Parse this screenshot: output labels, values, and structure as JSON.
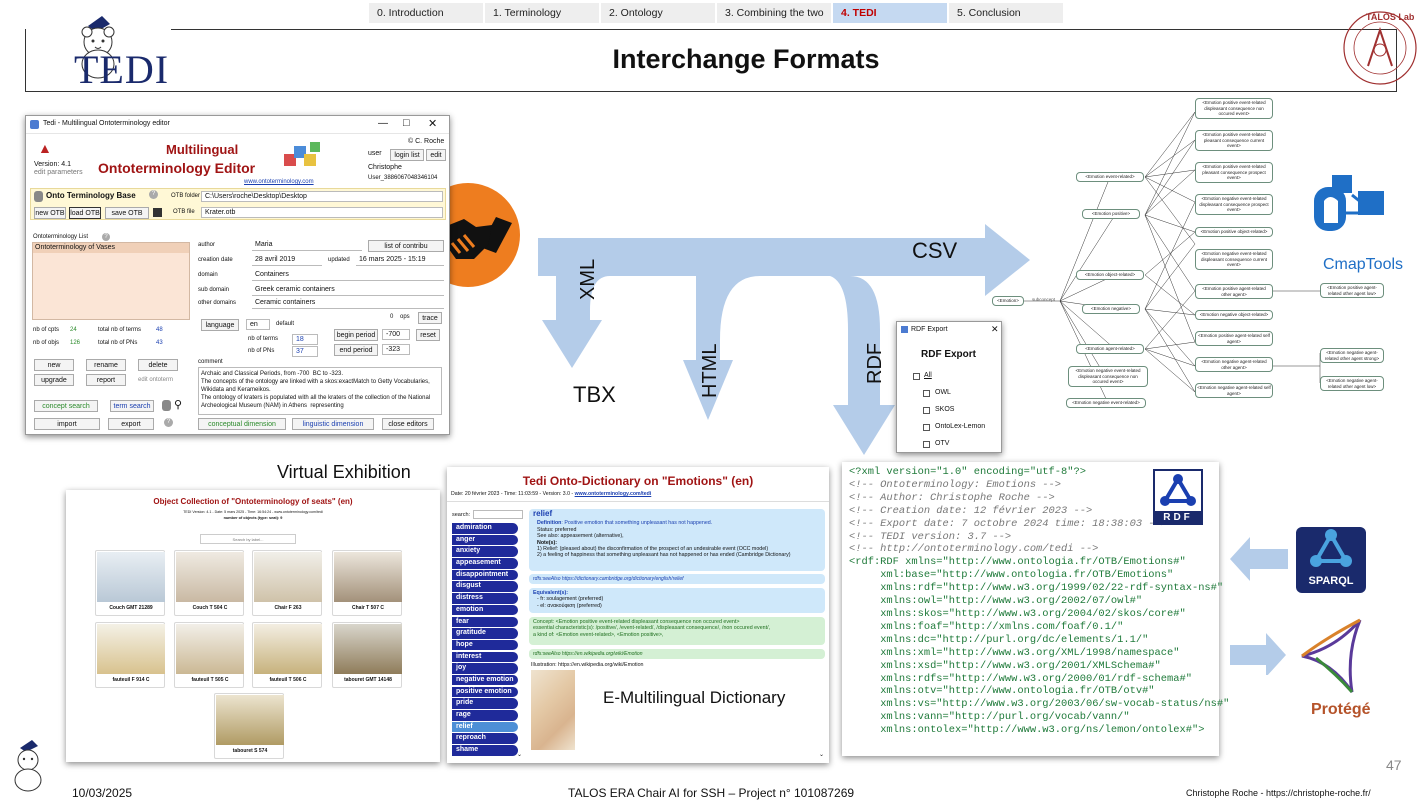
{
  "nav": {
    "items": [
      "0. Introduction",
      "1. Terminology",
      "2. Ontology",
      "3. Combining the two",
      "4. TEDI",
      "5. Conclusion"
    ],
    "active_index": 4
  },
  "slide": {
    "title": "Interchange Formats",
    "logo_text": "TEDI",
    "lab_text": "TALOS Lab",
    "page_number": "47",
    "footer_date": "10/03/2025",
    "footer_center": "TALOS ERA Chair AI for SSH – Project n° 101087269",
    "footer_right": "Christophe Roche - https://christophe-roche.fr/"
  },
  "arrows": {
    "csv": "CSV",
    "xml": "XML",
    "tbx": "TBX",
    "html": "HTML",
    "rdf": "RDF",
    "color": "#b4cce9"
  },
  "editor": {
    "window_title": "Tedi - Multilingual Ontoterminology editor",
    "author_line": "© C. Roche",
    "heading1": "Multilingual",
    "heading2": "Ontoterminology Editor",
    "version": "Version: 4.1",
    "edit_params": "edit parameters",
    "website": "www.ontoterminology.com",
    "user_label": "user",
    "login_list": "login list",
    "edit": "edit",
    "user_name": "Christophe",
    "user_id": "User_3886067048346104",
    "otb_title": "Onto Terminology Base",
    "otb_folder_label": "OTB folder",
    "otb_folder": "C:\\Users\\roche\\Desktop\\Desktop",
    "new_otb": "new OTB",
    "load_otb": "load OTB",
    "save_otb": "save OTB",
    "otb_file_label": "OTB file",
    "otb_file": "Krater.otb",
    "list_label": "Ontoterminology List",
    "list_item": "Ontoterminology of Vases",
    "author_label": "author",
    "author": "Maria",
    "list_contrib": "list of contribu",
    "creation_label": "creation date",
    "creation": "28 avril 2019",
    "updated_label": "updated",
    "updated": "16 mars 2025 - 15:19",
    "domain_label": "domain",
    "domain": "Containers",
    "subdomain_label": "sub domain",
    "subdomain": "Greek ceramic containers",
    "other_label": "other domains",
    "other": "Ceramic containers",
    "ops": "0",
    "ops_label": "ops",
    "trace": "trace",
    "nb_cpts_label": "nb of cpts",
    "nb_cpts": "24",
    "total_terms_label": "total nb of terms",
    "total_terms": "48",
    "nb_objs_label": "nb of objs",
    "nb_objs": "126",
    "total_pns_label": "total nb of PNs",
    "total_pns": "43",
    "language_btn": "language",
    "language": "en",
    "default": "default",
    "nb_terms_label": "nb of terms",
    "nb_terms": "18",
    "nb_pns_label": "nb of PNs",
    "nb_pns": "37",
    "begin_period": "begin period",
    "begin_val": "-700",
    "reset": "reset",
    "end_period": "end period",
    "end_val": "-323",
    "new": "new",
    "rename": "rename",
    "delete": "delete",
    "upgrade": "upgrade",
    "report": "report",
    "edit_onto": "edit ontoterm",
    "comment_label": "comment",
    "comment": "Archaic and Classical Periods, from -700  BC to -323.\nThe concepts of the ontology are linked with a skos:exactMatch to Getty Vocabularies, Wikidata and Kerameikos.\nThe ontology of kraters is populated with all the kraters of the collection of the National Archeological Museum (NAM) in Athens  representing",
    "concept_search": "concept search",
    "term_search": "term search",
    "import": "import",
    "export": "export",
    "conceptual_dim": "conceptual dimension",
    "linguistic_dim": "linguistic dimension",
    "close_editors": "close editors"
  },
  "rdf_export": {
    "title": "RDF Export",
    "heading": "RDF Export",
    "all": "All",
    "options": [
      "OWL",
      "SKOS",
      "OntoLex-Lemon",
      "OTV"
    ]
  },
  "cmap": {
    "label": "CmapTools",
    "link_label": "subconcept",
    "nodes": {
      "root": "<Emotion>",
      "event": "<Emotion event-related>",
      "positive": "<Emotion positive>",
      "object": "<Emotion object-related>",
      "negative": "<Emotion negative>",
      "agent": "<Emotion agent-related>",
      "neg_event_a": "<Emotion negative event-related displeasant consequence non occured event>",
      "neg_event": "<Emotion negative event-related>",
      "p1": "<Emotion positive event-related displeasant consequence non occured event>",
      "p2": "<Emotion positive event-related pleasant consequence current event>",
      "p3": "<Emotion positive event-related pleasant consequence prospect event>",
      "p4": "<Emotion negative event-related displeasant consequence prospect event>",
      "p5": "<Emotion positive object-related>",
      "p6": "<Emotion negative event-related displeasant consequence current event>",
      "p7": "<Emotion positive agent-related other agent>",
      "p8": "<Emotion negative object-related>",
      "p9": "<Emotion positive agent-related self agent>",
      "p10": "<Emotion negative agent-related other agent>",
      "p11": "<Emotion negative agent-related self agent>",
      "r1": "<Emotion positive agent-related other agent low>",
      "r2": "<Emotion negative agent-related other agent strong>",
      "r3": "<Emotion negative agent-related other agent low>"
    }
  },
  "exhibition": {
    "caption": "Virtual Exhibition",
    "title": "Object Collection of \"Ontoterminology of seats\" (en)",
    "subtitle": "TEDI Version: 4.1 - Date: 5 mars 2025 - Time: 16:54:24 - www.ontoterminology.com/tedi",
    "count": "number of objects (type: seat): 9",
    "search": "Search by label...",
    "items": [
      "Couch GMT 21289",
      "Couch T 504 C",
      "Chair F 263",
      "Chair T 507 C",
      "fauteuil F 914 C",
      "fauteuil T 505 C",
      "fauteuil T 506 C",
      "tabouret GMT 14148",
      "tabouret S 574"
    ]
  },
  "dictionary": {
    "title": "Tedi Onto-Dictionary on \"Emotions\" (en)",
    "date": "Date: 20 février 2023 - Time: 11:03:59 - Version: 3.0 - ",
    "site": "www.ontoterminology.com/tedi",
    "search_label": "search:",
    "terms": [
      "admiration",
      "anger",
      "anxiety",
      "appeasement",
      "disappointment",
      "disgust",
      "distress",
      "emotion",
      "fear",
      "gratitude",
      "hope",
      "interest",
      "joy",
      "negative emotion",
      "positive emotion",
      "pride",
      "rage",
      "relief",
      "reproach",
      "shame"
    ],
    "selected": "relief",
    "entry_term": "relief",
    "definition_label": "Definition",
    "definition": ": Positive emotion that something unpleasant has not happened.",
    "status": "Status: preferred",
    "see_also": "See also: appeasement (alternative),",
    "notes_label": "Note(s):",
    "note1": "1) Relief: (pleased about) the disconfirmation of the prospect of an undesirable event (OCC model)",
    "note2": "2) a feeling of happiness that something unpleasant has not happened or has ended (Cambridge Dictionary)",
    "rdfs1": "rdfs:seeAlso https://dictionary.cambridge.org/dictionary/english/relief",
    "equiv_label": "Equivalent(s):",
    "equiv1": "- fr: soulagement (preferred)",
    "equiv2": "- el: ανακούφιση (preferred)",
    "concept_line": "Concept: <Emotion positive event-related displeasant consequence non occured event>",
    "essential": "essential characteristic(s): /positive/, /event-related/, /displeasant consequence/, /non occured event/,",
    "kind": "a kind of: <Emotion event-related>, <Emotion positive>,",
    "rdfs2": "rdfs:seeAlso https://en.wikipedia.org/wiki/Emotion",
    "illustration": "Illustration: https://en.wikipedia.org/wiki/Emotion",
    "caption": "E-Multilingual Dictionary"
  },
  "rdf_code": {
    "lines": [
      [
        "<?xml ",
        "version=\"1.0\" encoding=\"utf-8\"?>"
      ],
      [
        "<!-- Ontoterminology: Emotions -->",
        ""
      ],
      [
        "<!-- Author: Christophe Roche -->",
        ""
      ],
      [
        "<!-- Creation date: 12 février 2023 -->",
        ""
      ],
      [
        "<!-- Export date: 7 octobre 2024 time: 18:38:03 -->",
        ""
      ],
      [
        "<!-- TEDI version: 3.7 -->",
        ""
      ],
      [
        "<!-- http://ontoterminology.com/tedi -->",
        ""
      ],
      [
        "<rdf:RDF ",
        "xmlns=\"http://www.ontologia.fr/OTB/Emotions#\""
      ],
      [
        "     ",
        "xml:base=\"http://www.ontologia.fr/OTB/Emotions\""
      ],
      [
        "     ",
        "xmlns:rdf=\"http://www.w3.org/1999/02/22-rdf-syntax-ns#\""
      ],
      [
        "     ",
        "xmlns:owl=\"http://www.w3.org/2002/07/owl#\""
      ],
      [
        "     ",
        "xmlns:skos=\"http://www.w3.org/2004/02/skos/core#\""
      ],
      [
        "     ",
        "xmlns:foaf=\"http://xmlns.com/foaf/0.1/\""
      ],
      [
        "     ",
        "xmlns:dc=\"http://purl.org/dc/elements/1.1/\""
      ],
      [
        "     ",
        "xmlns:xml=\"http://www.w3.org/XML/1998/namespace\""
      ],
      [
        "     ",
        "xmlns:xsd=\"http://www.w3.org/2001/XMLSchema#\""
      ],
      [
        "     ",
        "xmlns:rdfs=\"http://www.w3.org/2000/01/rdf-schema#\""
      ],
      [
        "     ",
        "xmlns:otv=\"http://www.ontologia.fr/OTB/otv#\""
      ],
      [
        "     ",
        "xmlns:vs=\"http://www.w3.org/2003/06/sw-vocab-status/ns#\""
      ],
      [
        "     ",
        "xmlns:vann=\"http://purl.org/vocab/vann/\""
      ],
      [
        "     ",
        "xmlns:ontolex=\"http://www.w3.org/ns/lemon/ontolex#\">"
      ]
    ],
    "rdf_badge": "RDF",
    "sparql_badge": "SPARQL",
    "protege": "Protégé"
  }
}
